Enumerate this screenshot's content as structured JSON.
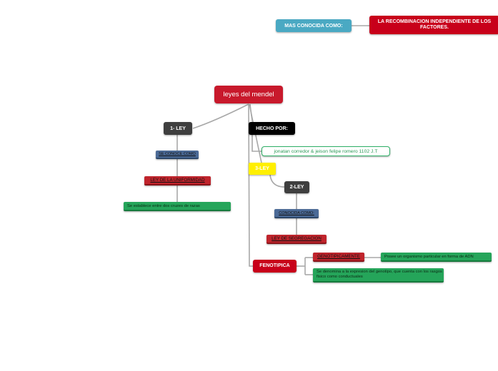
{
  "root": {
    "label": "leyes del mendel"
  },
  "header": {
    "mas_conocida": "MAS CONOCIDA COMO:",
    "recombinacion": "LA RECOMBINACION INDEPENDIENTE DE LOS FACTORES."
  },
  "ley1": {
    "label": "1- LEY",
    "conoce": "SE CONOCE COMO",
    "uniformidad": "LEY DE LA UNIFORMIDAD",
    "descripcion": "Se establece entre dos cruzes de razas"
  },
  "hecho_por": {
    "label": "HECHO POR:",
    "autores": "jonatan corredor & jeison felipe romero 1102 J.T"
  },
  "ley3": {
    "label": "3-LEY"
  },
  "ley2": {
    "label": "2-LEY",
    "conocida": "CONOCIDA COMO:",
    "segregacion": "LEY DE SEGREGACION"
  },
  "fenotipica": {
    "label": "FENOTIPICA",
    "genotipicamente": "GENOTIPICAMENTE",
    "genotipo_desc": "Posee un organismo particular en forma de ADN",
    "fenotipo_desc": "Se denomina a la expresion del genotipo, que cuenta con los rasgos fisico como conductuales"
  },
  "colors": {
    "root": "#c8192c",
    "dark": "#3f3f3f",
    "blue": "#4b6a96",
    "red": "#c0242c",
    "green": "#25a55a",
    "yellow": "#ffef00",
    "teal": "#4aa9c3",
    "connector": "#a8a8a8"
  }
}
